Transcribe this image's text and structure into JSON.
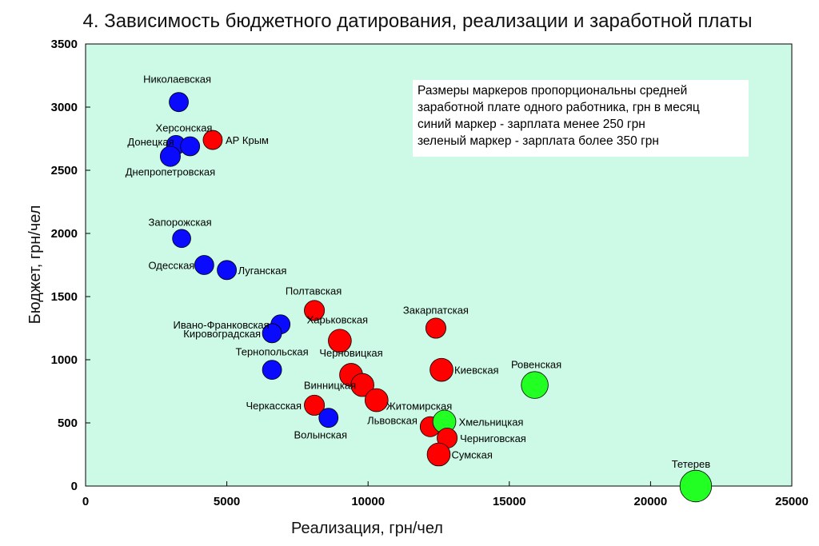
{
  "chart_data": {
    "type": "scatter",
    "title": "4. Зависимость бюджетного датирования, реализации и заработной платы",
    "xlabel": "Реализация, грн/чел",
    "ylabel": "Бюджет, грн/чел",
    "xlim": [
      0,
      25000
    ],
    "ylim": [
      0,
      3500
    ],
    "xticks": [
      0,
      5000,
      10000,
      15000,
      20000,
      25000
    ],
    "yticks": [
      0,
      500,
      1000,
      1500,
      2000,
      2500,
      3000,
      3500
    ],
    "background": "#ccfae6",
    "grid": false,
    "legend_lines": [
      "Размеры маркеров пропорциональны средней",
      "заработной плате одного работника, грн в месяц",
      "синий маркер - зарплата менее 250 грн",
      "зеленый маркер - зарплата более 350 грн"
    ],
    "colors": {
      "blue": "#0a0aff",
      "red": "#ff0000",
      "green": "#22ff22"
    },
    "points": [
      {
        "name": "Николаевская",
        "x": 3300,
        "y": 3040,
        "color": "blue",
        "size": 1.0
      },
      {
        "name": "Херсонская",
        "x": 3200,
        "y": 2700,
        "color": "blue",
        "size": 1.0
      },
      {
        "name": "Донецкая",
        "x": 3700,
        "y": 2690,
        "color": "blue",
        "size": 1.0
      },
      {
        "name": "Днепропетровская",
        "x": 3000,
        "y": 2610,
        "color": "blue",
        "size": 1.05
      },
      {
        "name": "АР Крым",
        "x": 4500,
        "y": 2740,
        "color": "red",
        "size": 1.0
      },
      {
        "name": "Запорожская",
        "x": 3400,
        "y": 1960,
        "color": "blue",
        "size": 0.95
      },
      {
        "name": "Одесская",
        "x": 4200,
        "y": 1750,
        "color": "blue",
        "size": 1.0
      },
      {
        "name": "Луганская",
        "x": 5000,
        "y": 1710,
        "color": "blue",
        "size": 1.0
      },
      {
        "name": "Полтавская",
        "x": 8100,
        "y": 1390,
        "color": "red",
        "size": 1.05
      },
      {
        "name": "Ивано-Франковская",
        "x": 6900,
        "y": 1280,
        "color": "blue",
        "size": 1.0
      },
      {
        "name": "Кировоградская",
        "x": 6600,
        "y": 1210,
        "color": "blue",
        "size": 1.0
      },
      {
        "name": "Харьковская",
        "x": 9000,
        "y": 1150,
        "color": "red",
        "size": 1.2
      },
      {
        "name": "Тернопольская",
        "x": 6600,
        "y": 920,
        "color": "blue",
        "size": 1.0
      },
      {
        "name": "Черновицкая",
        "x": 9400,
        "y": 880,
        "color": "red",
        "size": 1.2
      },
      {
        "name": "Винницкая",
        "x": 9800,
        "y": 800,
        "color": "red",
        "size": 1.2
      },
      {
        "name": "Житомирская",
        "x": 10300,
        "y": 680,
        "color": "red",
        "size": 1.2
      },
      {
        "name": "Черкасская",
        "x": 8100,
        "y": 640,
        "color": "red",
        "size": 1.05
      },
      {
        "name": "Волынская",
        "x": 8600,
        "y": 540,
        "color": "blue",
        "size": 1.0
      },
      {
        "name": "Львовская",
        "x": 12200,
        "y": 470,
        "color": "red",
        "size": 1.05
      },
      {
        "name": "Закарпатская",
        "x": 12400,
        "y": 1250,
        "color": "red",
        "size": 1.05
      },
      {
        "name": "Киевская",
        "x": 12600,
        "y": 920,
        "color": "red",
        "size": 1.2
      },
      {
        "name": "Хмельницкая",
        "x": 12700,
        "y": 510,
        "color": "green",
        "size": 1.2
      },
      {
        "name": "Черниговская",
        "x": 12800,
        "y": 380,
        "color": "red",
        "size": 1.05
      },
      {
        "name": "Сумская",
        "x": 12500,
        "y": 250,
        "color": "red",
        "size": 1.2
      },
      {
        "name": "Ровенская",
        "x": 15900,
        "y": 800,
        "color": "green",
        "size": 1.4
      },
      {
        "name": "Тетерев",
        "x": 21600,
        "y": 0,
        "color": "green",
        "size": 1.65
      }
    ]
  }
}
